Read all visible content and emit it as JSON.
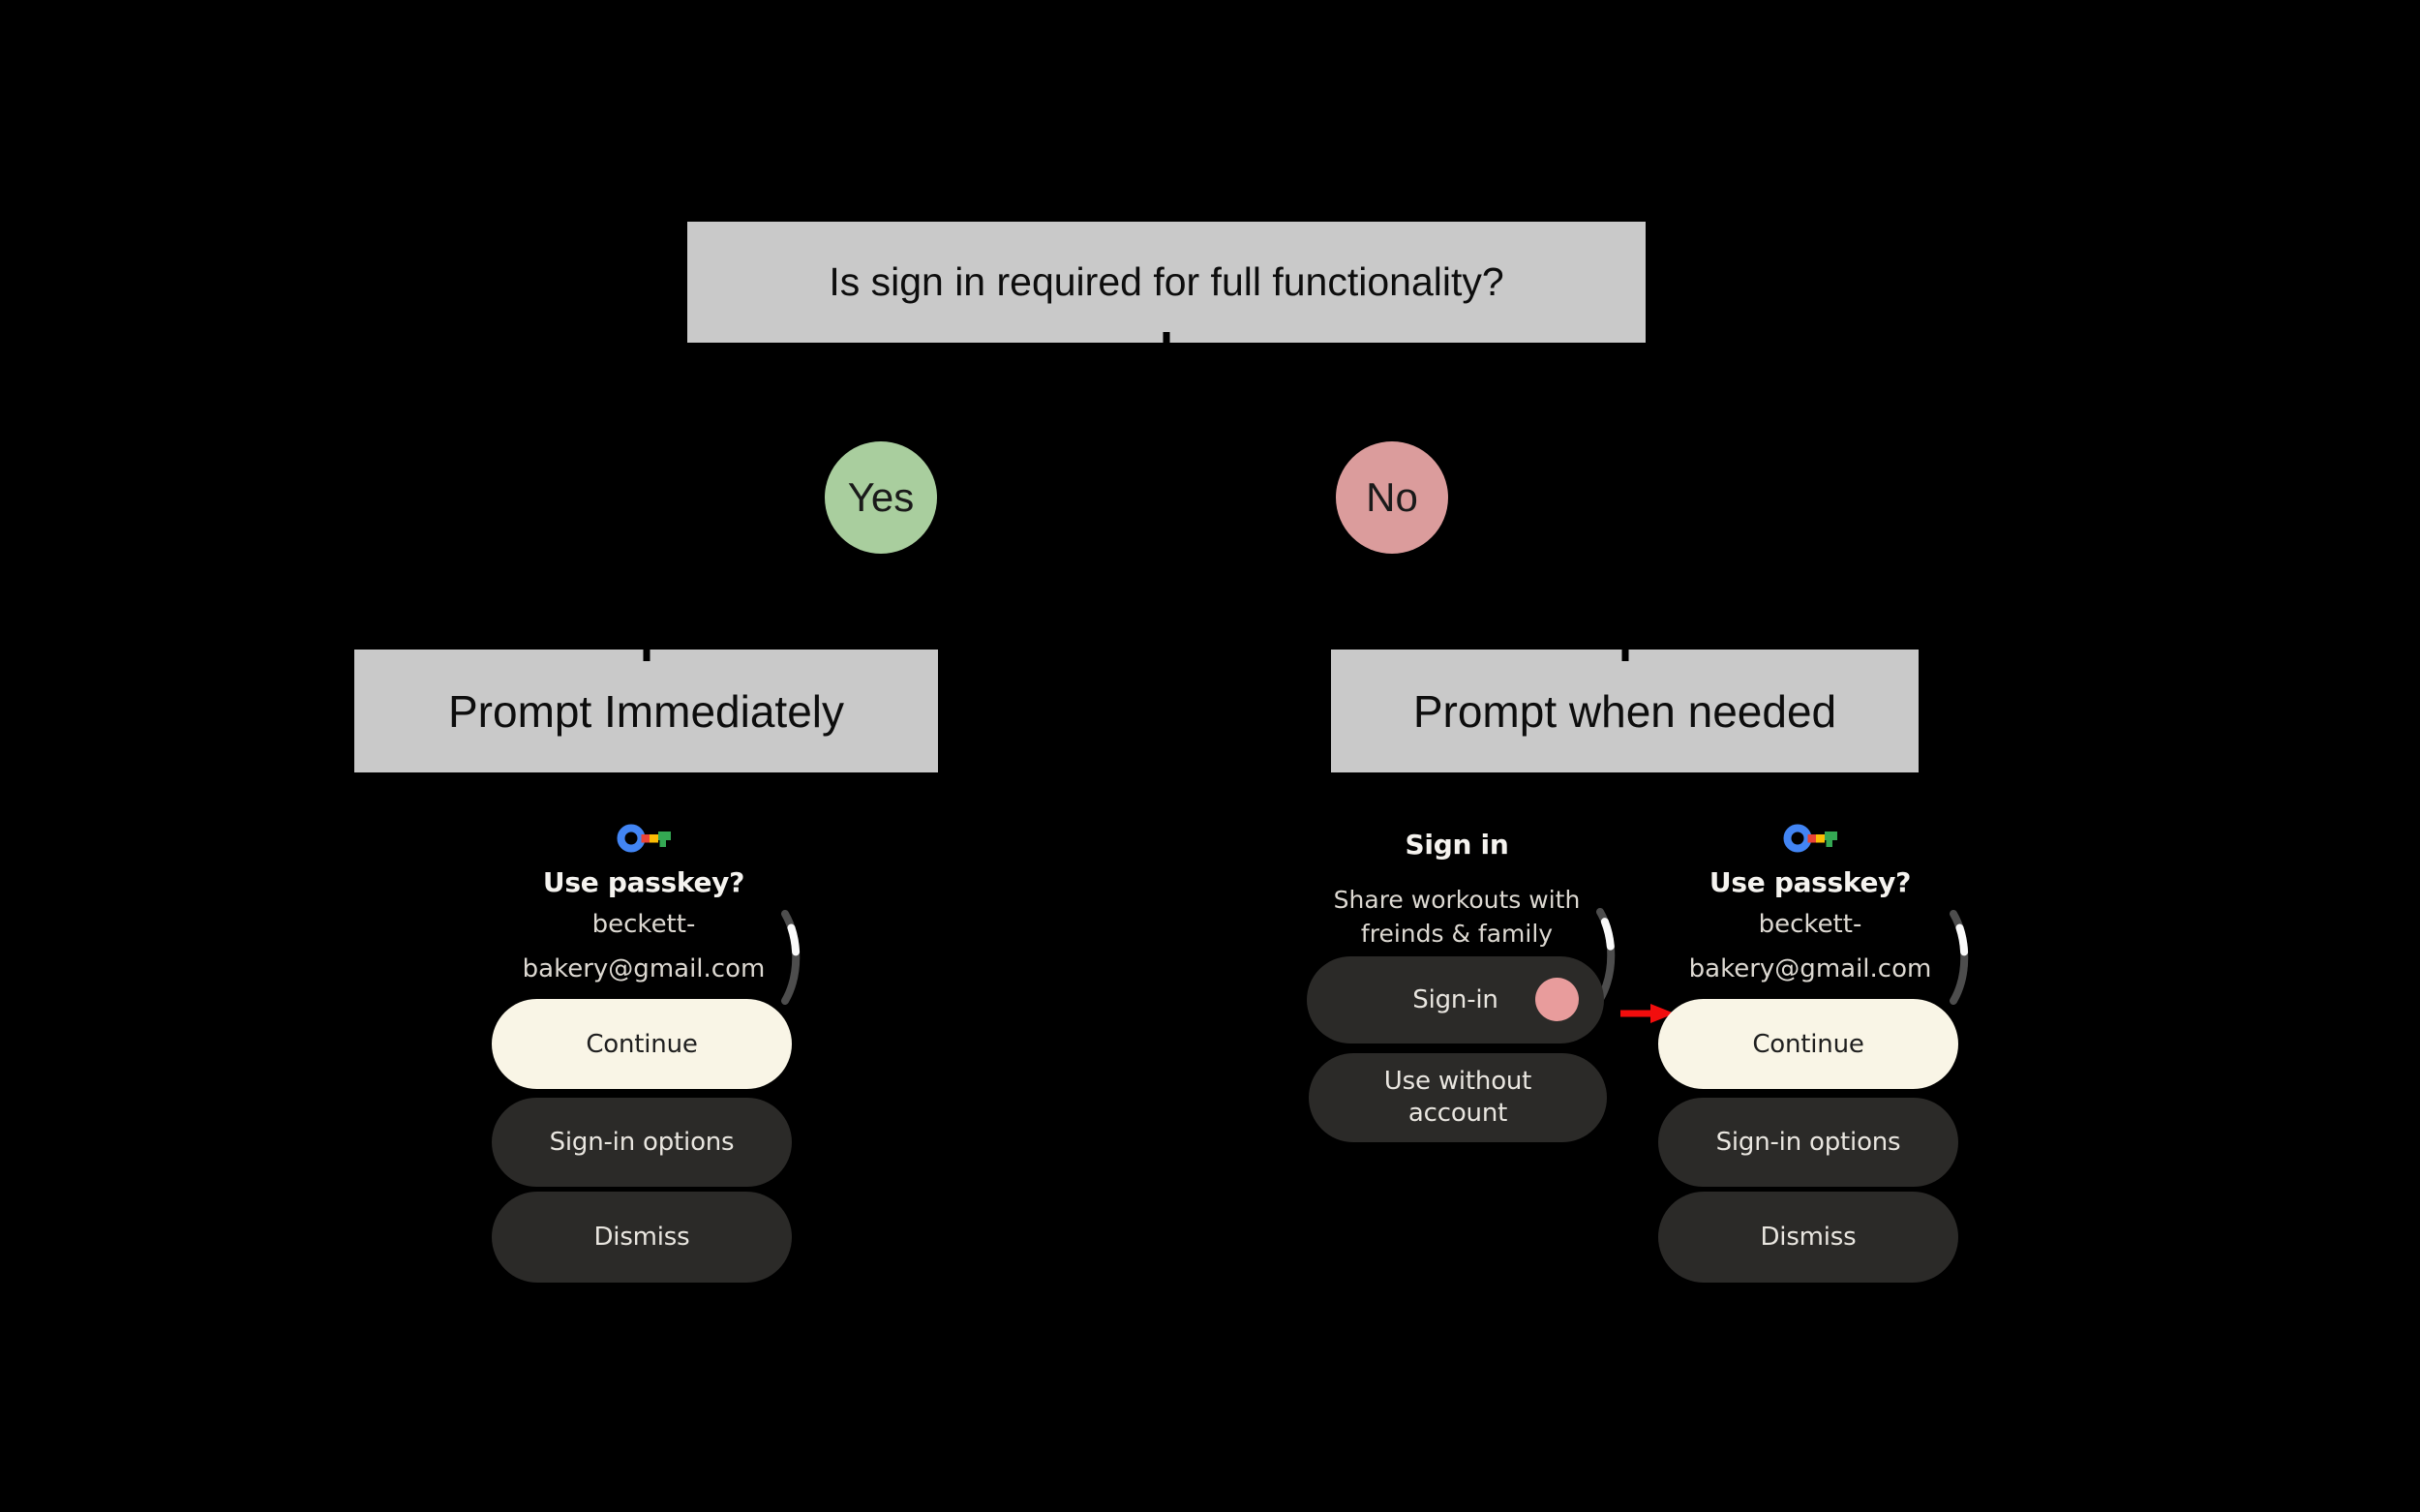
{
  "colors": {
    "background": "#000000",
    "box_gray": "#c9c9c9",
    "yes_green": "#a9ce9e",
    "no_red": "#db9c9c",
    "primary_button_cream": "#f9f5e6",
    "dark_button": "#2b2a28",
    "tap_indicator_pink": "#e89c9c",
    "arrow_red": "#f20d0d",
    "passkey_blue": "#4285f4",
    "passkey_red": "#ea4335",
    "passkey_yellow": "#fbbc04",
    "passkey_green": "#34a853"
  },
  "flowchart": {
    "question": "Is sign in required for full functionality?",
    "yes": {
      "label": "Yes",
      "outcome": "Prompt Immediately"
    },
    "no": {
      "label": "No",
      "outcome": "Prompt when needed"
    }
  },
  "yes_flow": {
    "passkey_screen": {
      "icon": "passkey-icon",
      "title": "Use passkey?",
      "account_line1": "beckett-",
      "account_line2": "bakery@gmail.com",
      "continue_button": "Continue",
      "signin_options_button": "Sign-in options",
      "dismiss_button": "Dismiss"
    }
  },
  "no_flow": {
    "signin_screen": {
      "title": "Sign in",
      "subtitle_line1": "Share workouts with",
      "subtitle_line2": "freinds & family",
      "signin_button": "Sign-in",
      "use_without_line1": "Use without",
      "use_without_line2": "account"
    },
    "passkey_screen": {
      "icon": "passkey-icon",
      "title": "Use passkey?",
      "account_line1": "beckett-",
      "account_line2": "bakery@gmail.com",
      "continue_button": "Continue",
      "signin_options_button": "Sign-in options",
      "dismiss_button": "Dismiss"
    }
  }
}
